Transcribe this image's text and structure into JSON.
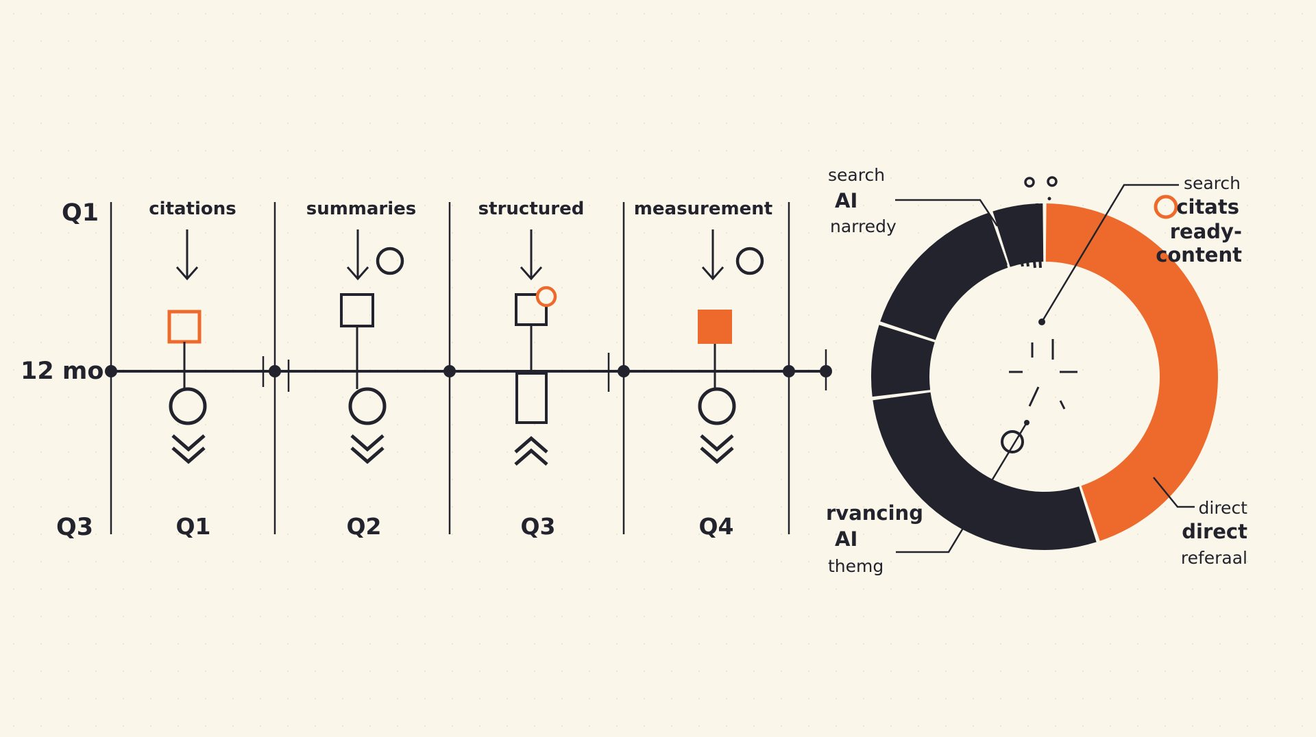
{
  "timeline": {
    "row_label_top": "Q1",
    "row_label_mid": "12 mo",
    "row_label_bottom": "Q3",
    "columns": [
      {
        "title": "citations",
        "quarter": "Q1",
        "marker": "orange-outline-square",
        "side_circle": false,
        "chevron": "down"
      },
      {
        "title": "summaries",
        "quarter": "Q2",
        "marker": "dark-outline-square",
        "side_circle": true,
        "chevron": "down"
      },
      {
        "title": "structured",
        "quarter": "Q3",
        "marker": "square-with-orange-dot",
        "side_circle": false,
        "chevron": "up"
      },
      {
        "title": "measurement",
        "quarter": "Q4",
        "marker": "orange-filled-square",
        "side_circle": true,
        "chevron": "down"
      }
    ]
  },
  "donut": {
    "labels_top_left": {
      "line1": "search",
      "line2": "AI",
      "line3": "narredy"
    },
    "labels_top_right": {
      "line1": "search",
      "line2": "citats",
      "line3": "ready-",
      "line4": "content"
    },
    "labels_bottom_left": {
      "line1": "rvancing",
      "line2": "AI",
      "line3": "themg"
    },
    "labels_bottom_right": {
      "line1": "direct",
      "line2": "direct",
      "line3": "referaal"
    }
  },
  "chart_data": {
    "type": "pie",
    "donut": true,
    "segments": [
      {
        "color": "#ed6a2c",
        "value": 45
      },
      {
        "color": "#23232d",
        "value": 28
      },
      {
        "color": "#23232d",
        "value": 7
      },
      {
        "color": "#23232d",
        "value": 15
      },
      {
        "color": "#23232d",
        "value": 5
      }
    ]
  },
  "colors": {
    "background": "#faf6e9",
    "ink": "#23232d",
    "accent": "#ed6a2c"
  }
}
